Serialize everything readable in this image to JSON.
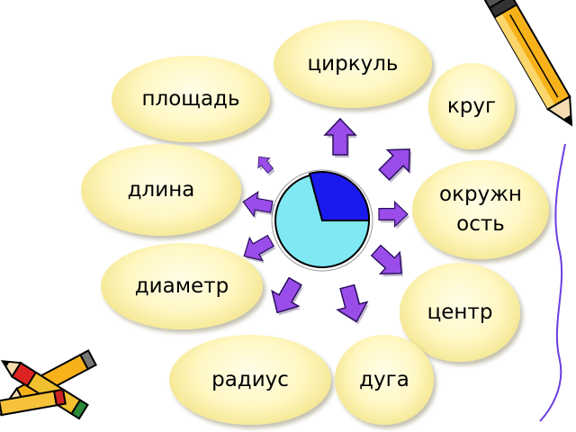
{
  "center": {
    "circle_fill": "#7fe8f2",
    "sector_fill": "#1a1aee",
    "outline": "#000000"
  },
  "colors": {
    "bubble": "#fff8c4",
    "arrow_fill": "#9a4de8",
    "arrow_stroke": "#2b1060",
    "frame_line": "#6a3fe0"
  },
  "terms": [
    {
      "id": "tsirkul",
      "label": "циркуль"
    },
    {
      "id": "ploshchad",
      "label": "площадь"
    },
    {
      "id": "krug",
      "label": "круг"
    },
    {
      "id": "dlina",
      "label": "длина"
    },
    {
      "id": "okruzhnost",
      "label_line1": "окружн",
      "label_line2": "ость"
    },
    {
      "id": "diametr",
      "label": "диаметр"
    },
    {
      "id": "tsentr",
      "label": "центр"
    },
    {
      "id": "radius",
      "label": "радиус"
    },
    {
      "id": "duga",
      "label": "дуга"
    }
  ],
  "decorations": {
    "pencil_top_right": "pencil-icon",
    "pencils_bottom_left": "crossed-pencils-icon"
  }
}
